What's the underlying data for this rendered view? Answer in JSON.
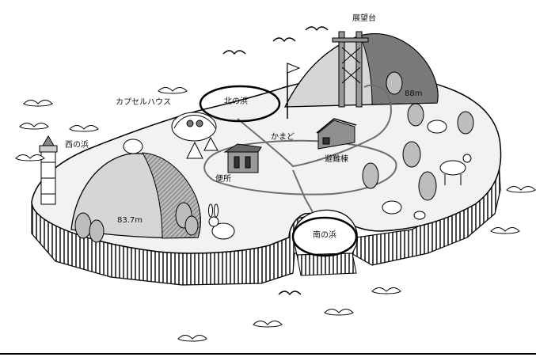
{
  "map": {
    "labels": {
      "observatory": "展望台",
      "capsule_house": "カプセルハウス",
      "north_beach": "北の浜",
      "west_beach": "西の浜",
      "kamado": "かまど",
      "shelter": "避難棟",
      "toilet": "便所",
      "south_beach": "南の浜",
      "east_hill_height": "88m",
      "west_hill_height": "83.7m"
    },
    "colors": {
      "outline": "#000000",
      "island_top": "#f2f2f2",
      "hill_dark": "#7a7a7a",
      "hill_light": "#d6d6d6",
      "path_ring": "#6e6e6e",
      "cliff_stripe": "#4a4a4a"
    }
  }
}
